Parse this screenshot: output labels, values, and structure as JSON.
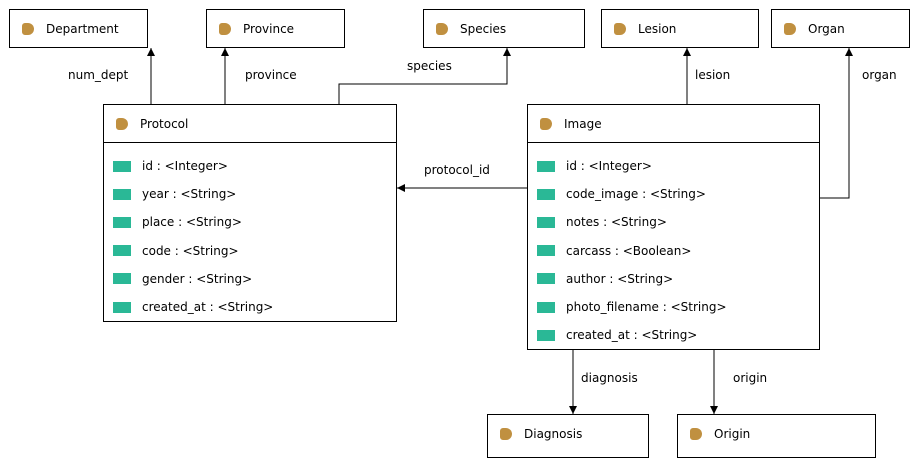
{
  "entities": {
    "department": {
      "name": "Department"
    },
    "province": {
      "name": "Province"
    },
    "species": {
      "name": "Species"
    },
    "lesion": {
      "name": "Lesion"
    },
    "organ": {
      "name": "Organ"
    },
    "diagnosis": {
      "name": "Diagnosis"
    },
    "origin": {
      "name": "Origin"
    },
    "protocol": {
      "name": "Protocol",
      "attributes": [
        "id : <Integer>",
        "year : <String>",
        "place : <String>",
        "code : <String>",
        "gender : <String>",
        "created_at : <String>"
      ]
    },
    "image": {
      "name": "Image",
      "attributes": [
        "id : <Integer>",
        "code_image : <String>",
        "notes : <String>",
        "carcass : <Boolean>",
        "author : <String>",
        "photo_filename : <String>",
        "created_at : <String>"
      ]
    }
  },
  "relations": {
    "num_dept": "num_dept",
    "province": "province",
    "species": "species",
    "lesion": "lesion",
    "organ": "organ",
    "protocol_id": "protocol_id",
    "diagnosis": "diagnosis",
    "origin": "origin"
  },
  "colors": {
    "entity_icon": "#c09040",
    "attribute_icon": "#2ab896",
    "line": "#000000"
  },
  "icons": {
    "entity": "entity-icon",
    "attribute": "attribute-icon"
  }
}
